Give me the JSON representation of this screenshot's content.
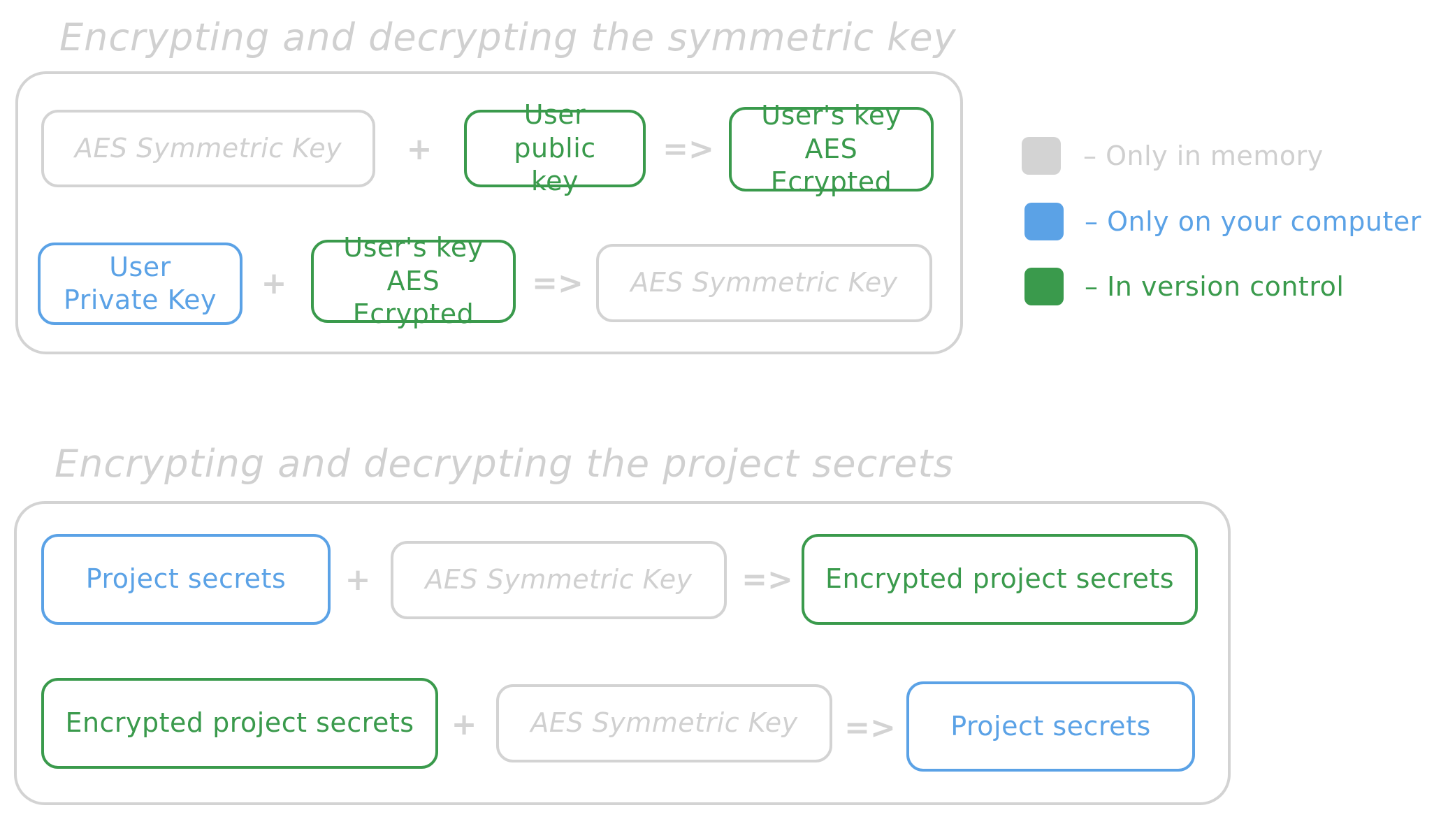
{
  "colors": {
    "memory": "#d3d3d3",
    "computer": "#5ba2e6",
    "version_control": "#3a9a4c"
  },
  "section1": {
    "title": "Encrypting and decrypting the symmetric key",
    "row1": {
      "a": "AES Symmetric Key",
      "op": "+",
      "b": "User public key",
      "arrow": "=>",
      "result": "User's key AES Ecrypted"
    },
    "row2": {
      "a": "User Private Key",
      "op": "+",
      "b": "User's key AES Ecrypted",
      "arrow": "=>",
      "result": "AES Symmetric Key"
    }
  },
  "legend": {
    "items": [
      {
        "label": "– Only in memory",
        "color": "#d3d3d3"
      },
      {
        "label": "– Only on your computer",
        "color": "#5ba2e6"
      },
      {
        "label": "– In version control",
        "color": "#3a9a4c"
      }
    ]
  },
  "section2": {
    "title": "Encrypting and decrypting the project secrets",
    "row1": {
      "a": "Project secrets",
      "op": "+",
      "b": "AES Symmetric Key",
      "arrow": "=>",
      "result": "Encrypted project secrets"
    },
    "row2": {
      "a": "Encrypted project secrets",
      "op": "+",
      "b": "AES Symmetric Key",
      "arrow": "=>",
      "result": "Project secrets"
    }
  }
}
